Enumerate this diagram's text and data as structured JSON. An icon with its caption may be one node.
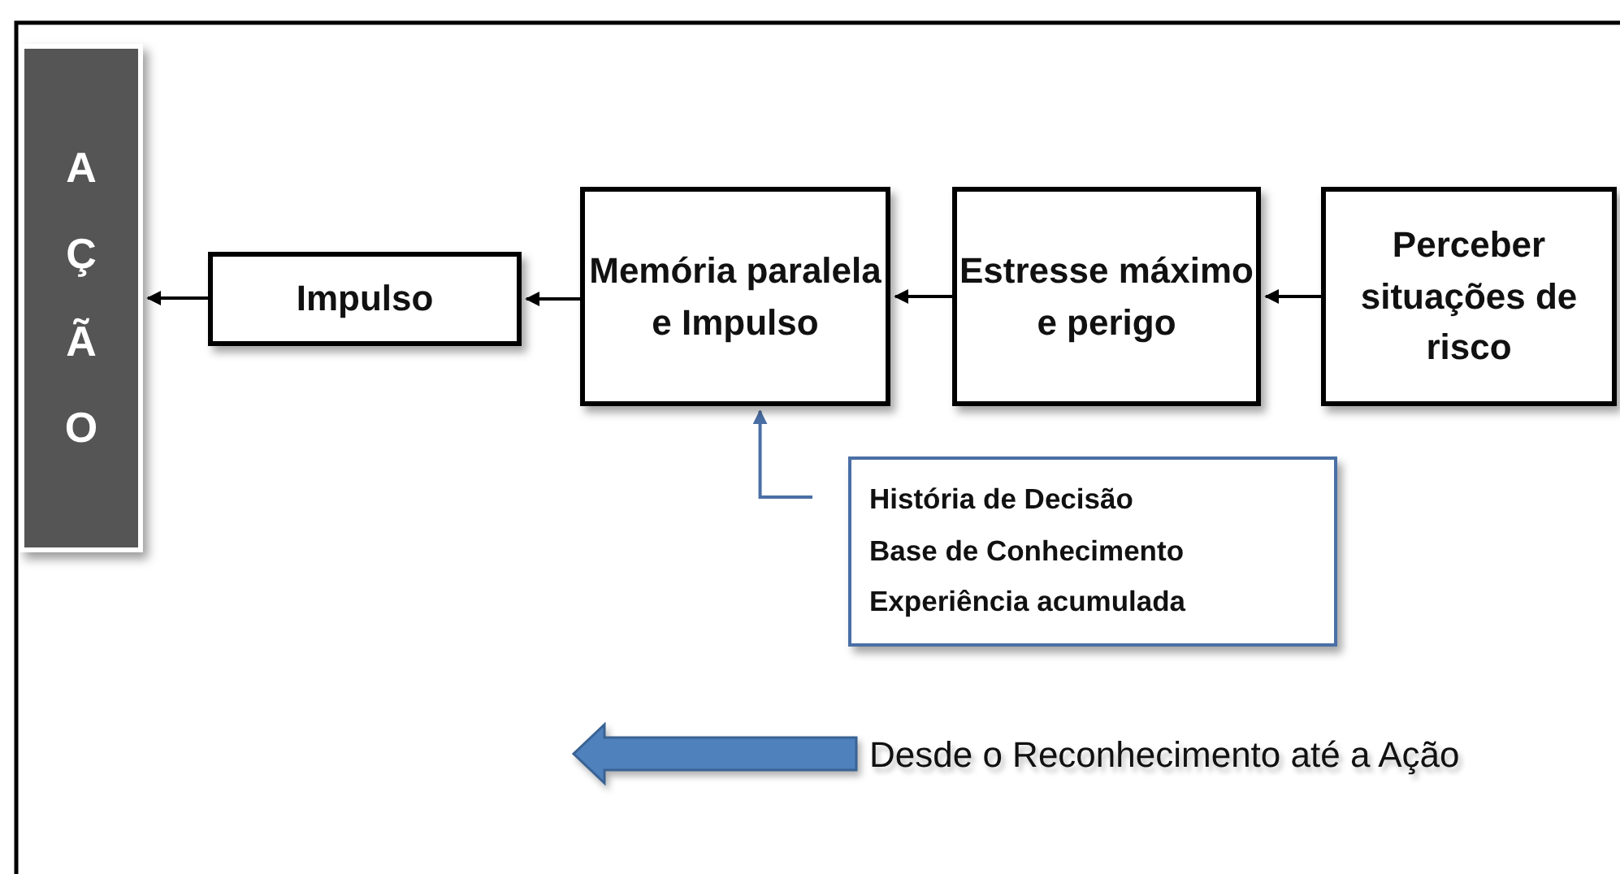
{
  "diagram": {
    "nodes": [
      {
        "text": [
          "AÇÃO"
        ]
      },
      {
        "text": [
          "Impulso"
        ]
      },
      {
        "text": [
          "Memória paralela e Impulso"
        ]
      },
      {
        "text": [
          "Estresse máximo e perigo"
        ]
      },
      {
        "text": [
          "Perceber situações de risco"
        ]
      },
      {
        "text": [
          "História de Decisão",
          "Base de Conhecimento",
          "Experiência acumulada"
        ]
      }
    ],
    "edges": [
      {
        "from": 1,
        "to": 0,
        "arrow": "to"
      },
      {
        "from": 2,
        "to": 1,
        "arrow": "to"
      },
      {
        "from": 3,
        "to": 2,
        "arrow": "to"
      },
      {
        "from": 4,
        "to": 3,
        "arrow": "to"
      },
      {
        "from": 5,
        "to": 2,
        "arrow": "to",
        "color": "#4a6fa5"
      }
    ],
    "labels": [
      "Desde o Reconhecimento até a Ação"
    ]
  }
}
